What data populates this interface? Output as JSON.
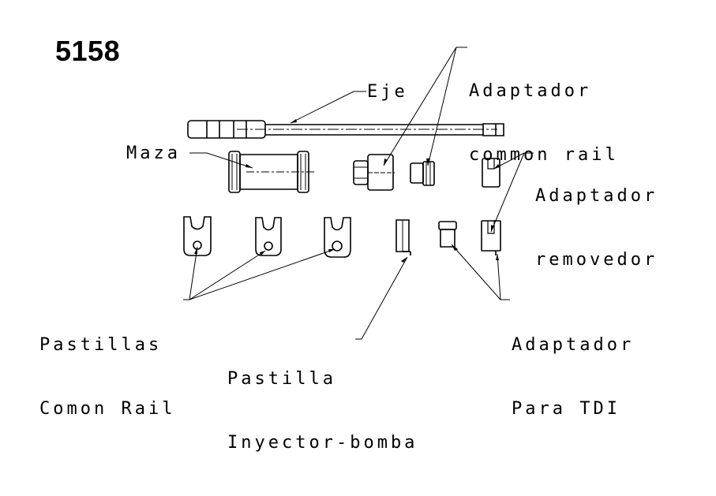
{
  "title": "5158",
  "labels": {
    "adaptador_common_rail": [
      "Adaptador",
      "common rail"
    ],
    "eje": "Eje",
    "maza": "Maza",
    "adaptador_removedor": [
      "Adaptador",
      "removedor"
    ],
    "pastillas_comon_rail": [
      "Pastillas",
      "Comon Rail"
    ],
    "pastilla_inyector_bomba": [
      "Pastilla",
      "Inyector-bomba"
    ],
    "adaptador_para_tdi": [
      "Adaptador",
      "Para TDI"
    ]
  },
  "colors": {
    "ink": "#000000",
    "background": "#ffffff"
  }
}
